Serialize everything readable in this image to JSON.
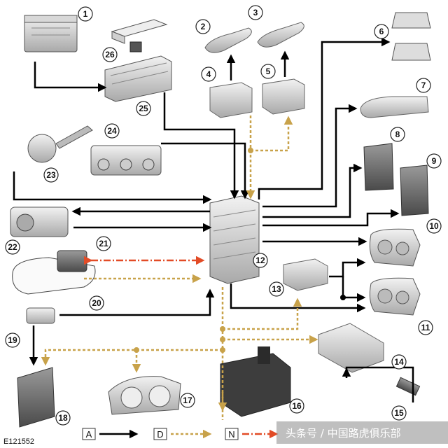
{
  "figure_id": "E121552",
  "legend": [
    {
      "key": "A",
      "color": "#000000",
      "style": "solid"
    },
    {
      "key": "D",
      "color": "#C8A24A",
      "style": "dotted"
    },
    {
      "key": "N",
      "color": "#E24B26",
      "style": "dash-dot"
    }
  ],
  "callouts": [
    "1",
    "2",
    "3",
    "4",
    "5",
    "6",
    "7",
    "8",
    "9",
    "10",
    "11",
    "12",
    "13",
    "14",
    "15",
    "16",
    "17",
    "18",
    "19",
    "20",
    "21",
    "22",
    "23",
    "24",
    "25",
    "26"
  ],
  "watermark": "头条号 / 中国路虎俱乐部",
  "colors": {
    "line_a": "#000000",
    "line_d": "#C8A24A",
    "line_n": "#E24B26",
    "component": "#c9c9c9"
  }
}
